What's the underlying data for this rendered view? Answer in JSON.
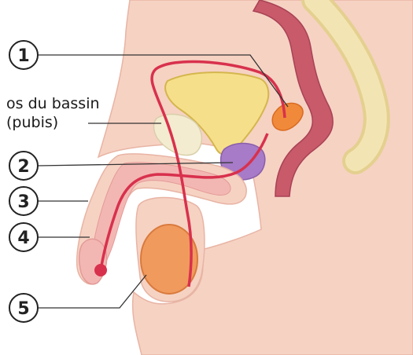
{
  "diagram": {
    "label_text": {
      "line1": "os du bassin",
      "line2": "(pubis)"
    },
    "markers": [
      "1",
      "2",
      "3",
      "4",
      "5"
    ],
    "colors": {
      "skin": "#f6d2c3",
      "skin_edge": "#e8b4a4",
      "inner_pink": "#f3b7b3",
      "duct": "#d8314d",
      "bladder": "#f6df8a",
      "bone": "#f4ecd0",
      "spine": "#f3e5b3",
      "rectum": "#c85a6a",
      "prostate": "#a77bc7",
      "testis": "#f19a5d",
      "seminal_vesicle": "#f08a3a",
      "leader_line": "#333333"
    }
  }
}
